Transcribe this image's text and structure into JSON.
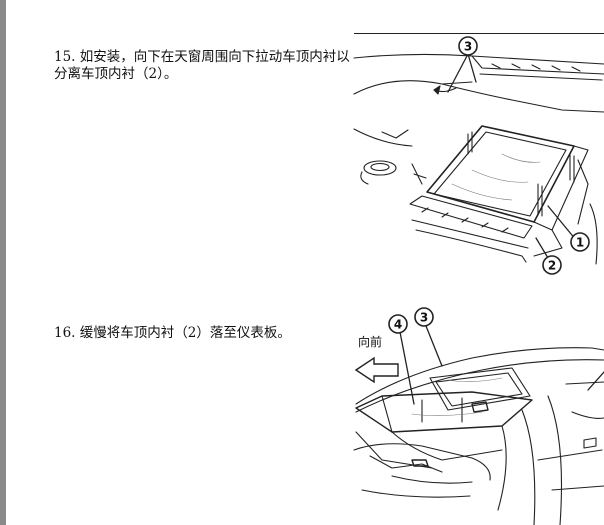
{
  "steps": [
    {
      "number": "15.",
      "text": "如安装，向下在天窗周围向下拉动车顶内衬以分离车顶内衬（2）。"
    },
    {
      "number": "16.",
      "text": "缓慢将车顶内衬（2）落至仪表板。"
    }
  ],
  "figure1": {
    "callouts": [
      "3",
      "1",
      "2"
    ]
  },
  "figure2": {
    "direction_label": "向前",
    "callouts": [
      "4",
      "3"
    ]
  }
}
